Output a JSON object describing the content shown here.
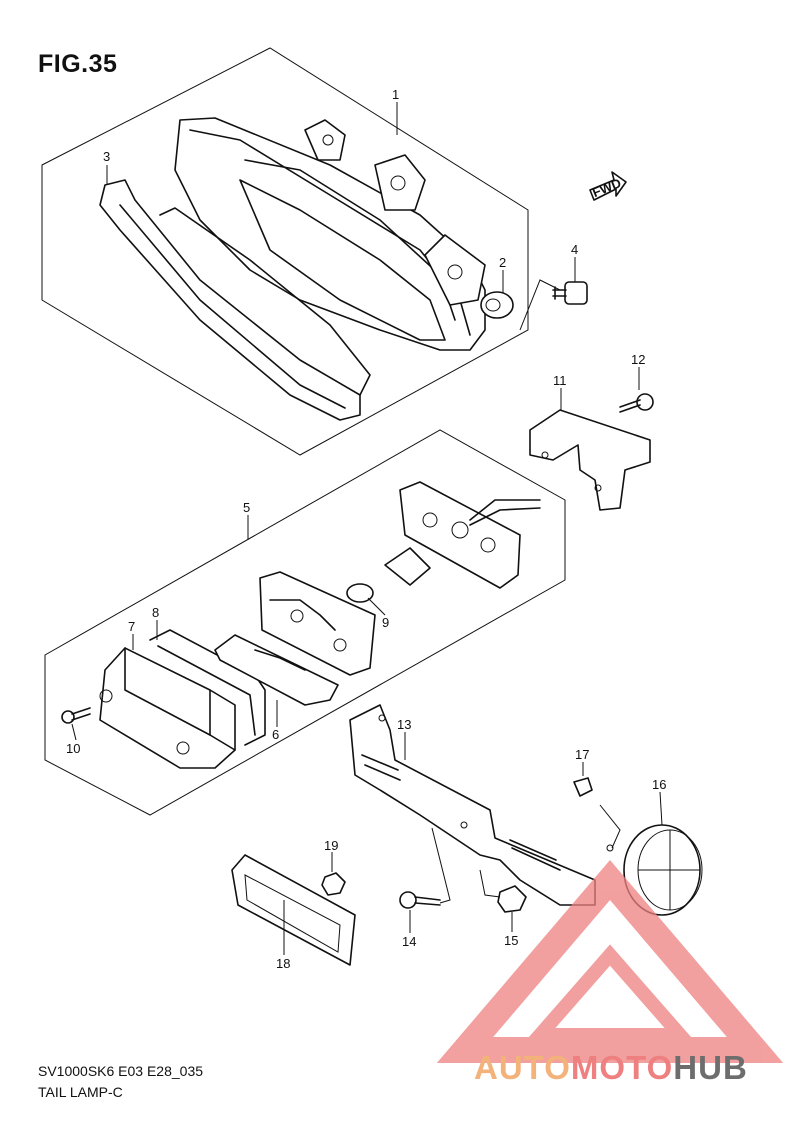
{
  "figure": {
    "title": "FIG.35",
    "model_code": "SV1000SK6 E03 E28_035",
    "subtitle": "TAIL LAMP-C"
  },
  "fwd_label": "FWD",
  "watermark": {
    "part1": "AUTO",
    "part2": "MOTO",
    "part3": "HUB",
    "colors": [
      "#f3b27a",
      "#ee8080",
      "#6d6d6d"
    ]
  },
  "callouts": [
    "1",
    "2",
    "3",
    "4",
    "5",
    "6",
    "7",
    "8",
    "9",
    "10",
    "11",
    "12",
    "13",
    "14",
    "15",
    "16",
    "17",
    "18",
    "19"
  ]
}
